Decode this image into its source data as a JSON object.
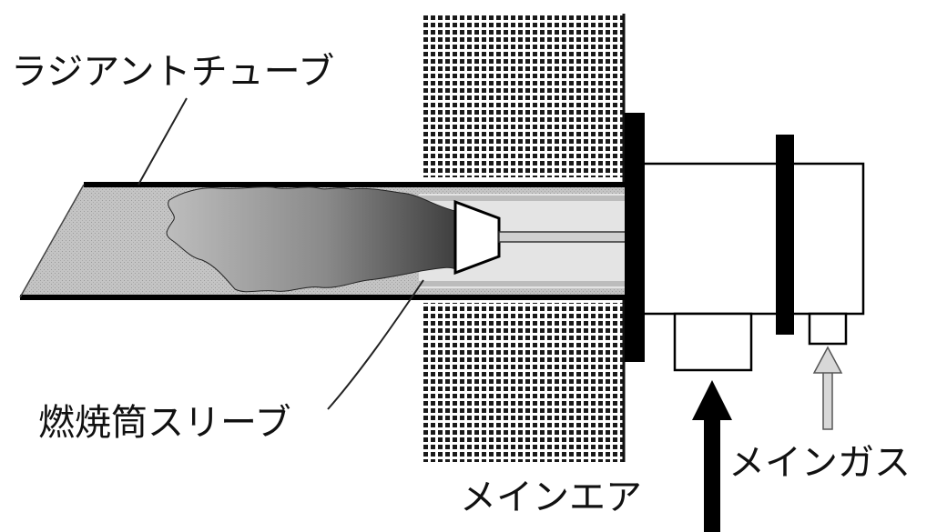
{
  "labels": {
    "radiant_tube": "ラジアントチューブ",
    "combustion_sleeve": "燃焼筒スリーブ",
    "main_air": "メインエア",
    "main_gas": "メインガス"
  },
  "colors": {
    "tube_fill": "#c4c4c4",
    "sleeve_fill": "#e6e6e6",
    "wall_dot": "#1a1a1a",
    "flame_dark": "#555555",
    "flame_light": "#b8b8b8",
    "flange": "#000000",
    "gas_arrow": "#d8d8d8"
  }
}
